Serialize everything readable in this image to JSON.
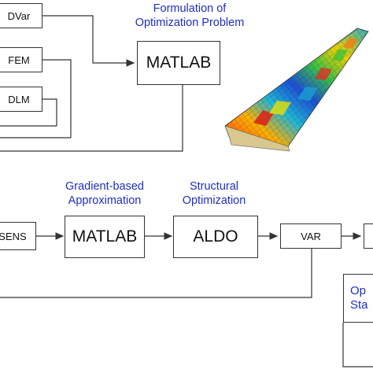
{
  "top": {
    "inputs": [
      "DVar",
      "FEM",
      "DLM"
    ],
    "caption_line1": "Formulation of",
    "caption_line2": "Optimization Problem",
    "matlab_label": "MATLAB"
  },
  "bottom": {
    "sens_label": "SENS",
    "matlab_label": "MATLAB",
    "aldo_label": "ALDO",
    "var_label": "VAR",
    "gradient_caption_line1": "Gradient-based",
    "gradient_caption_line2": "Approximation",
    "structural_caption_line1": "Structural",
    "structural_caption_line2": "Optimization",
    "opt_caption_line1": "Op",
    "opt_caption_line2": "Sta"
  },
  "colors": {
    "caption": "#1f2fbf",
    "wire": "#333333"
  }
}
